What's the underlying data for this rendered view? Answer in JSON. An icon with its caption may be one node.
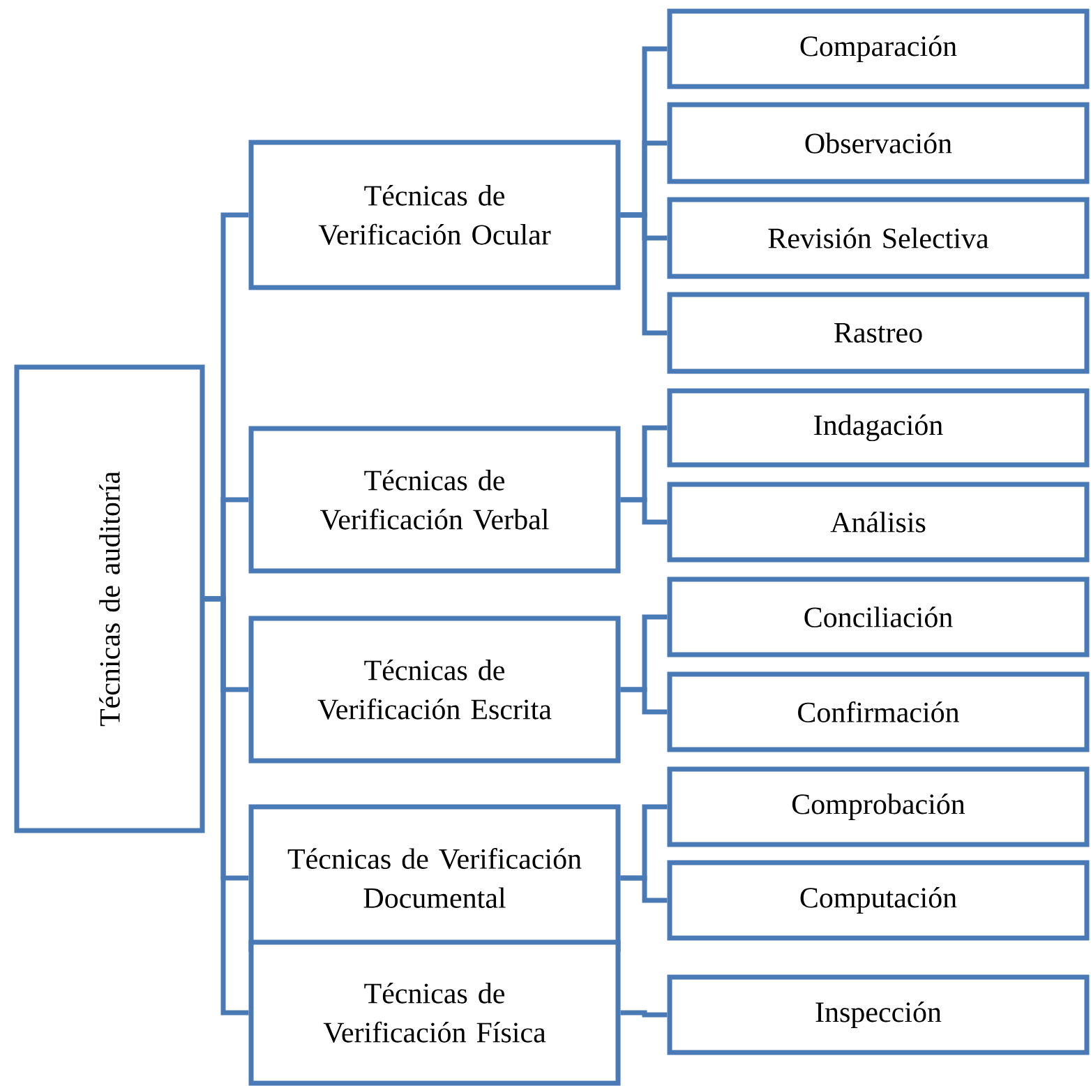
{
  "diagram": {
    "nodes": [
      {
        "text": [
          "Técnicas de auditoría"
        ]
      },
      {
        "text": [
          "Técnicas de Verificación Ocular"
        ]
      },
      {
        "text": [
          "Comparación"
        ]
      },
      {
        "text": [
          "Observación"
        ]
      },
      {
        "text": [
          "Revisión Selectiva"
        ]
      },
      {
        "text": [
          "Rastreo"
        ]
      },
      {
        "text": [
          "Técnicas de Verificación Verbal"
        ]
      },
      {
        "text": [
          "Indagación"
        ]
      },
      {
        "text": [
          "Análisis"
        ]
      },
      {
        "text": [
          "Técnicas de Verificación Escrita"
        ]
      },
      {
        "text": [
          "Conciliación"
        ]
      },
      {
        "text": [
          "Confirmación"
        ]
      },
      {
        "text": [
          "Técnicas de Verificación Documental"
        ]
      },
      {
        "text": [
          "Comprobación"
        ]
      },
      {
        "text": [
          "Computación"
        ]
      },
      {
        "text": [
          "Técnicas de Verificación Física"
        ]
      },
      {
        "text": [
          "Inspección"
        ]
      }
    ],
    "edges": [
      {
        "from": 0,
        "to": 1,
        "arrow": "none"
      },
      {
        "from": 0,
        "to": 6,
        "arrow": "none"
      },
      {
        "from": 0,
        "to": 9,
        "arrow": "none"
      },
      {
        "from": 0,
        "to": 12,
        "arrow": "none"
      },
      {
        "from": 0,
        "to": 15,
        "arrow": "none"
      },
      {
        "from": 1,
        "to": 2,
        "arrow": "none"
      },
      {
        "from": 1,
        "to": 3,
        "arrow": "none"
      },
      {
        "from": 1,
        "to": 4,
        "arrow": "none"
      },
      {
        "from": 1,
        "to": 5,
        "arrow": "none"
      },
      {
        "from": 6,
        "to": 7,
        "arrow": "none"
      },
      {
        "from": 6,
        "to": 8,
        "arrow": "none"
      },
      {
        "from": 9,
        "to": 10,
        "arrow": "none"
      },
      {
        "from": 9,
        "to": 11,
        "arrow": "none"
      },
      {
        "from": 12,
        "to": 13,
        "arrow": "none"
      },
      {
        "from": 12,
        "to": 14,
        "arrow": "none"
      },
      {
        "from": 15,
        "to": 16,
        "arrow": "none"
      }
    ]
  }
}
